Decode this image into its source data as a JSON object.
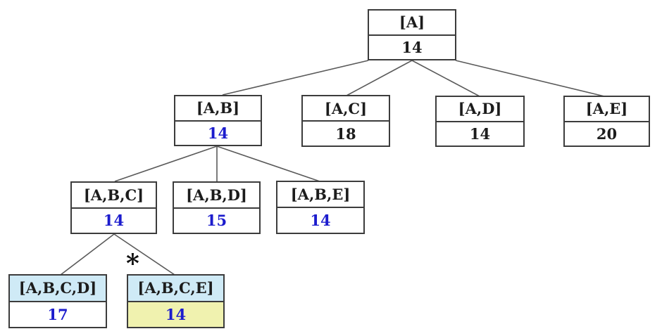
{
  "diagram": {
    "type": "tree",
    "levels": 4
  },
  "colors": {
    "value_blue": "#1c1ccd",
    "value_black": "#1c1c1c",
    "header_highlight": "#cfeaf6",
    "value_highlight": "#f0f2af",
    "border": "#3c3c3c",
    "edge_line": "#5a5a5a",
    "background": "#ffffff"
  },
  "marker": {
    "symbol": "*",
    "attached_to": "ABCE"
  },
  "nodes": [
    {
      "id": "A",
      "label": "[A]",
      "value": "14",
      "value_color": "black",
      "header_highlight": false,
      "value_highlight": false
    },
    {
      "id": "AB",
      "label": "[A,B]",
      "value": "14",
      "value_color": "blue",
      "header_highlight": false,
      "value_highlight": false
    },
    {
      "id": "AC",
      "label": "[A,C]",
      "value": "18",
      "value_color": "black",
      "header_highlight": false,
      "value_highlight": false
    },
    {
      "id": "AD",
      "label": "[A,D]",
      "value": "14",
      "value_color": "black",
      "header_highlight": false,
      "value_highlight": false
    },
    {
      "id": "AE",
      "label": "[A,E]",
      "value": "20",
      "value_color": "black",
      "header_highlight": false,
      "value_highlight": false
    },
    {
      "id": "ABC",
      "label": "[A,B,C]",
      "value": "14",
      "value_color": "blue",
      "header_highlight": false,
      "value_highlight": false
    },
    {
      "id": "ABD",
      "label": "[A,B,D]",
      "value": "15",
      "value_color": "blue",
      "header_highlight": false,
      "value_highlight": false
    },
    {
      "id": "ABE",
      "label": "[A,B,E]",
      "value": "14",
      "value_color": "blue",
      "header_highlight": false,
      "value_highlight": false
    },
    {
      "id": "ABCD",
      "label": "[A,B,C,D]",
      "value": "17",
      "value_color": "blue",
      "header_highlight": true,
      "value_highlight": false
    },
    {
      "id": "ABCE",
      "label": "[A,B,C,E]",
      "value": "14",
      "value_color": "blue",
      "header_highlight": true,
      "value_highlight": true
    }
  ],
  "edges": [
    {
      "from": "A",
      "to": "AB"
    },
    {
      "from": "A",
      "to": "AC"
    },
    {
      "from": "A",
      "to": "AD"
    },
    {
      "from": "A",
      "to": "AE"
    },
    {
      "from": "AB",
      "to": "ABC"
    },
    {
      "from": "AB",
      "to": "ABD"
    },
    {
      "from": "AB",
      "to": "ABE"
    },
    {
      "from": "ABC",
      "to": "ABCD"
    },
    {
      "from": "ABC",
      "to": "ABCE"
    }
  ]
}
